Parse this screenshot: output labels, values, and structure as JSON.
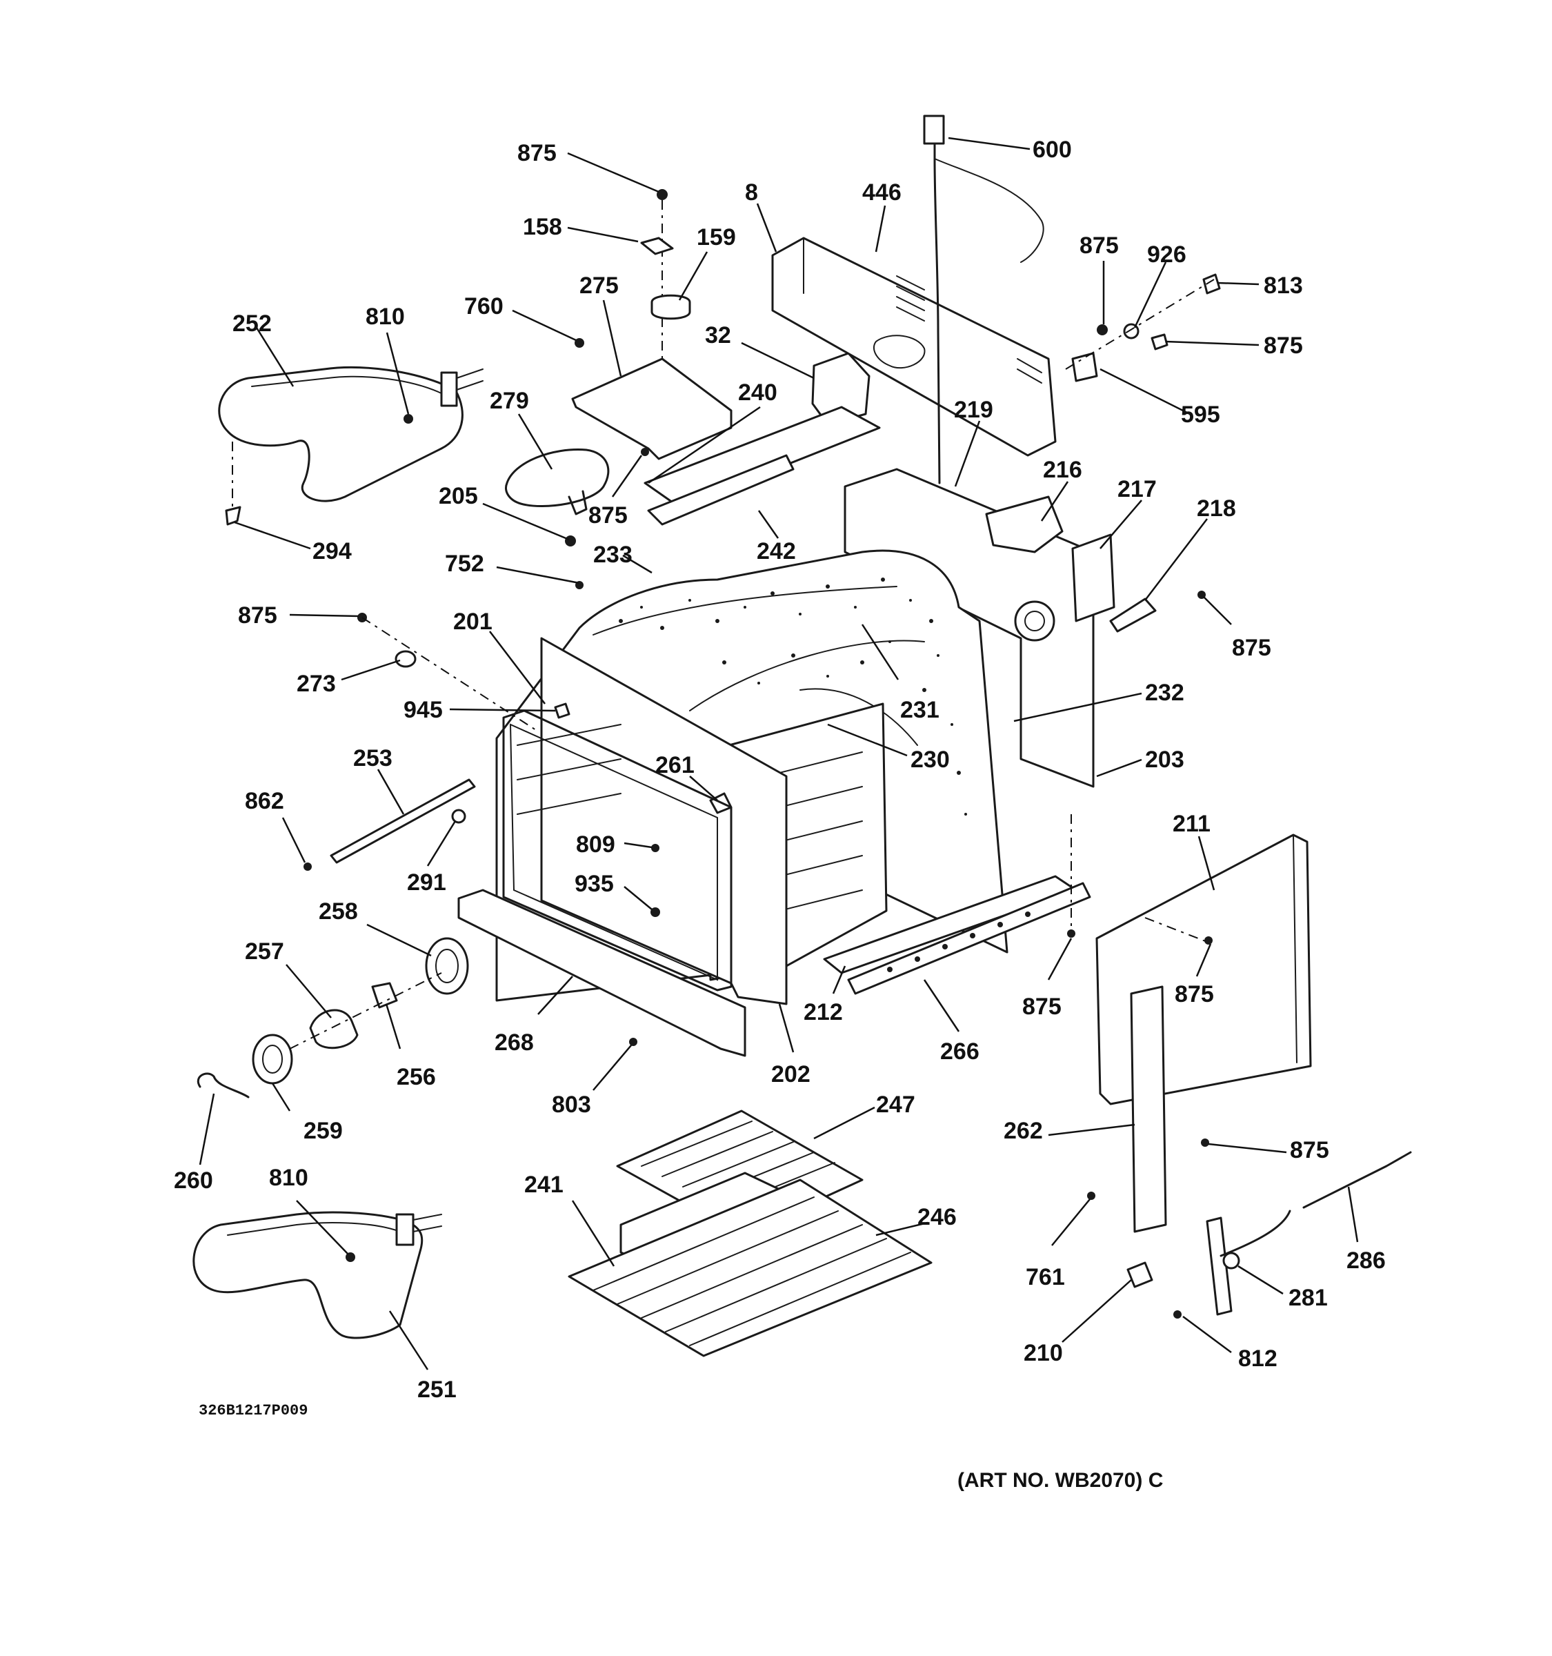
{
  "labels": [
    "875",
    "600",
    "8",
    "446",
    "158",
    "159",
    "275",
    "875",
    "926",
    "813",
    "760",
    "32",
    "875",
    "252",
    "810",
    "279",
    "240",
    "595",
    "219",
    "875",
    "205",
    "242",
    "216",
    "217",
    "218",
    "294",
    "233",
    "752",
    "875",
    "875",
    "201",
    "273",
    "231",
    "232",
    "945",
    "230",
    "203",
    "253",
    "261",
    "862",
    "809",
    "291",
    "211",
    "935",
    "258",
    "875",
    "257",
    "875",
    "212",
    "266",
    "268",
    "256",
    "202",
    "803",
    "247",
    "262",
    "259",
    "875",
    "260",
    "241",
    "810",
    "246",
    "286",
    "761",
    "281",
    "210",
    "812",
    "251"
  ],
  "drawing_code": "326B1217P009",
  "art_number": "(ART NO. WB2070) C"
}
